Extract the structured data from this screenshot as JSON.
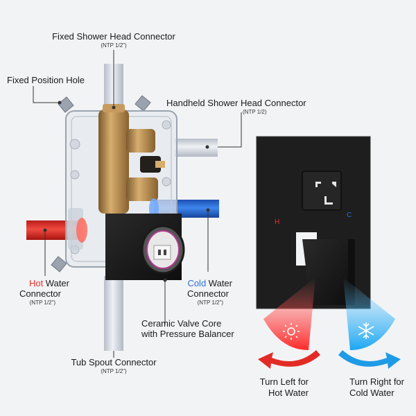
{
  "labels": {
    "fixed_head": {
      "title": "Fixed Shower Head Connector",
      "spec": "(NTP 1/2\")"
    },
    "fixed_hole": {
      "title": "Fixed Position Hole"
    },
    "handheld": {
      "title": "Handheld Shower Head Connector",
      "spec": "(NTP 1/2)"
    },
    "hot": {
      "word": "Hot",
      "rest": " Water",
      "line2": "Connector",
      "spec": "(NTP 1/2\")"
    },
    "cold": {
      "word": "Cold",
      "rest": " Water",
      "line2": "Connector",
      "spec": "(NTP 1/2\")"
    },
    "ceramic": {
      "line1": "Ceramic Valve Core",
      "line2": "with Pressure Balancer"
    },
    "tub": {
      "title": "Tub Spout Connector",
      "spec": "(NTP 1/2\")"
    },
    "turn_left": {
      "line1": "Turn Left for",
      "line2": "Hot Water"
    },
    "turn_right": {
      "line1": "Turn Right for",
      "line2": "Cold Water"
    }
  },
  "plate": {
    "h_mark": "H",
    "c_mark": "C"
  },
  "icons": {
    "hot": "sun-icon",
    "cold": "snowflake-icon"
  },
  "colors": {
    "hot": "#e8322d",
    "cold": "#2a6fd6",
    "pipe": "#c9cfd8",
    "brass": "#b4864c",
    "black": "#1c1c1c",
    "background": "#f2f3f5"
  }
}
